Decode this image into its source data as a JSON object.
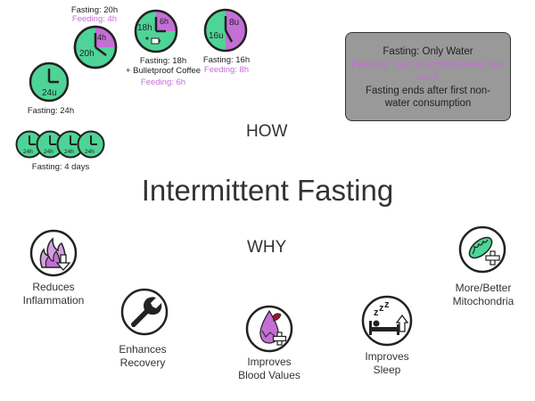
{
  "title": "Intermittent Fasting",
  "how_label": "HOW",
  "why_label": "WHY",
  "rules": {
    "fasting": "Fasting: Only Water",
    "feeding": "Feeding: how much/whatever you want",
    "ends": "Fasting ends after first non-water consumption"
  },
  "protocols": {
    "p20": {
      "clock_text": "20h",
      "clock_text2": "4h",
      "fasting": "Fasting: 20h",
      "feeding": "Feeding: 4h"
    },
    "p18": {
      "clock_text": "18h",
      "clock_text2": "6h",
      "fasting": "Fasting: 18h",
      "extra": "+ Bulletproof Coffee",
      "feeding": "Feeding: 6h"
    },
    "p16": {
      "clock_text": "16u",
      "clock_text2": "8u",
      "fasting": "Fasting: 16h",
      "feeding": "Feeding: 8h"
    },
    "p24": {
      "clock_text": "24u",
      "fasting": "Fasting: 24h"
    },
    "p4d": {
      "clock_text": "24h",
      "fasting": "Fasting: 4 days"
    }
  },
  "benefits": {
    "inflammation": {
      "line1": "Reduces",
      "line2": "Inflammation",
      "icon": "flame-down-icon"
    },
    "recovery": {
      "line1": "Enhances",
      "line2": "Recovery",
      "icon": "wrench-icon"
    },
    "blood": {
      "line1": "Improves",
      "line2": "Blood Values",
      "icon": "blood-drop-plus-icon"
    },
    "sleep": {
      "line1": "Improves",
      "line2": "Sleep",
      "icon": "sleep-bed-icon"
    },
    "mitochondria": {
      "line1": "More/Better",
      "line2": "Mitochondria",
      "icon": "mitochondria-plus-icon"
    }
  },
  "colors": {
    "fasting_green": "#4ed496",
    "feeding_purple": "#c46fd6",
    "box_gray": "#999999"
  }
}
